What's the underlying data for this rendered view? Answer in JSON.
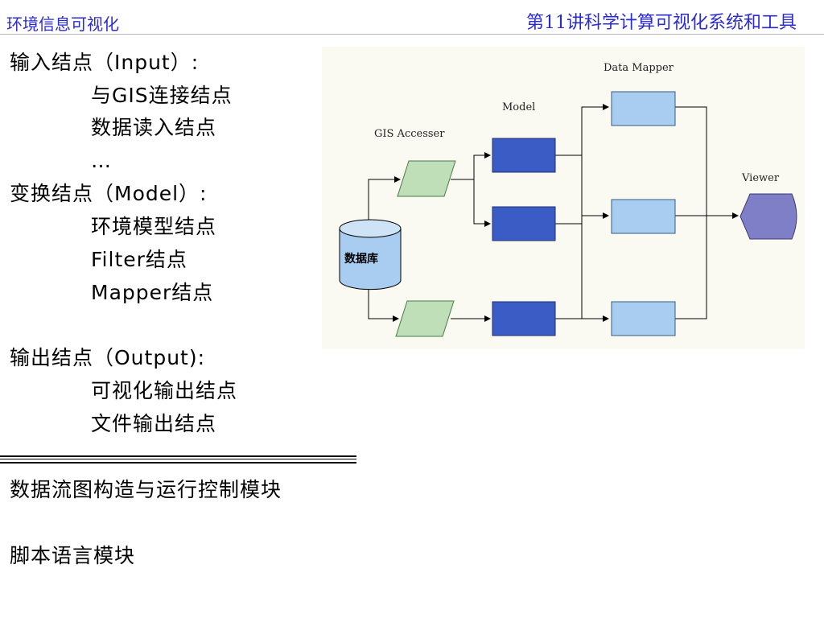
{
  "header": {
    "left_title": "环境信息可视化",
    "right_title": "第11讲科学计算可视化系统和工具"
  },
  "content": {
    "input_heading": "输入结点（Input）:",
    "input_items": [
      "与GIS连接结点",
      "数据读入结点",
      "…"
    ],
    "model_heading": "变换结点（Model）:",
    "model_items": [
      "环境模型结点",
      "Filter结点",
      "Mapper结点"
    ],
    "output_heading": "输出结点（Output):",
    "output_items": [
      "可视化输出结点",
      "文件输出结点"
    ],
    "module_1": "数据流图构造与运行控制模块",
    "module_2": "脚本语言模块"
  },
  "diagram": {
    "labels": {
      "gis_accesser": "GIS Accesser",
      "model": "Model",
      "data_mapper": "Data Mapper",
      "viewer": "Viewer",
      "database": "数据库"
    },
    "colors": {
      "panel_bg": "#fbfaf2",
      "accesser_fill": "#bfdfb9",
      "model_fill": "#3b5cc4",
      "mapper_fill": "#a9cdf1",
      "viewer_fill": "#7f7fc7",
      "database_fill": "#a9cdf1",
      "line": "#000000"
    }
  }
}
